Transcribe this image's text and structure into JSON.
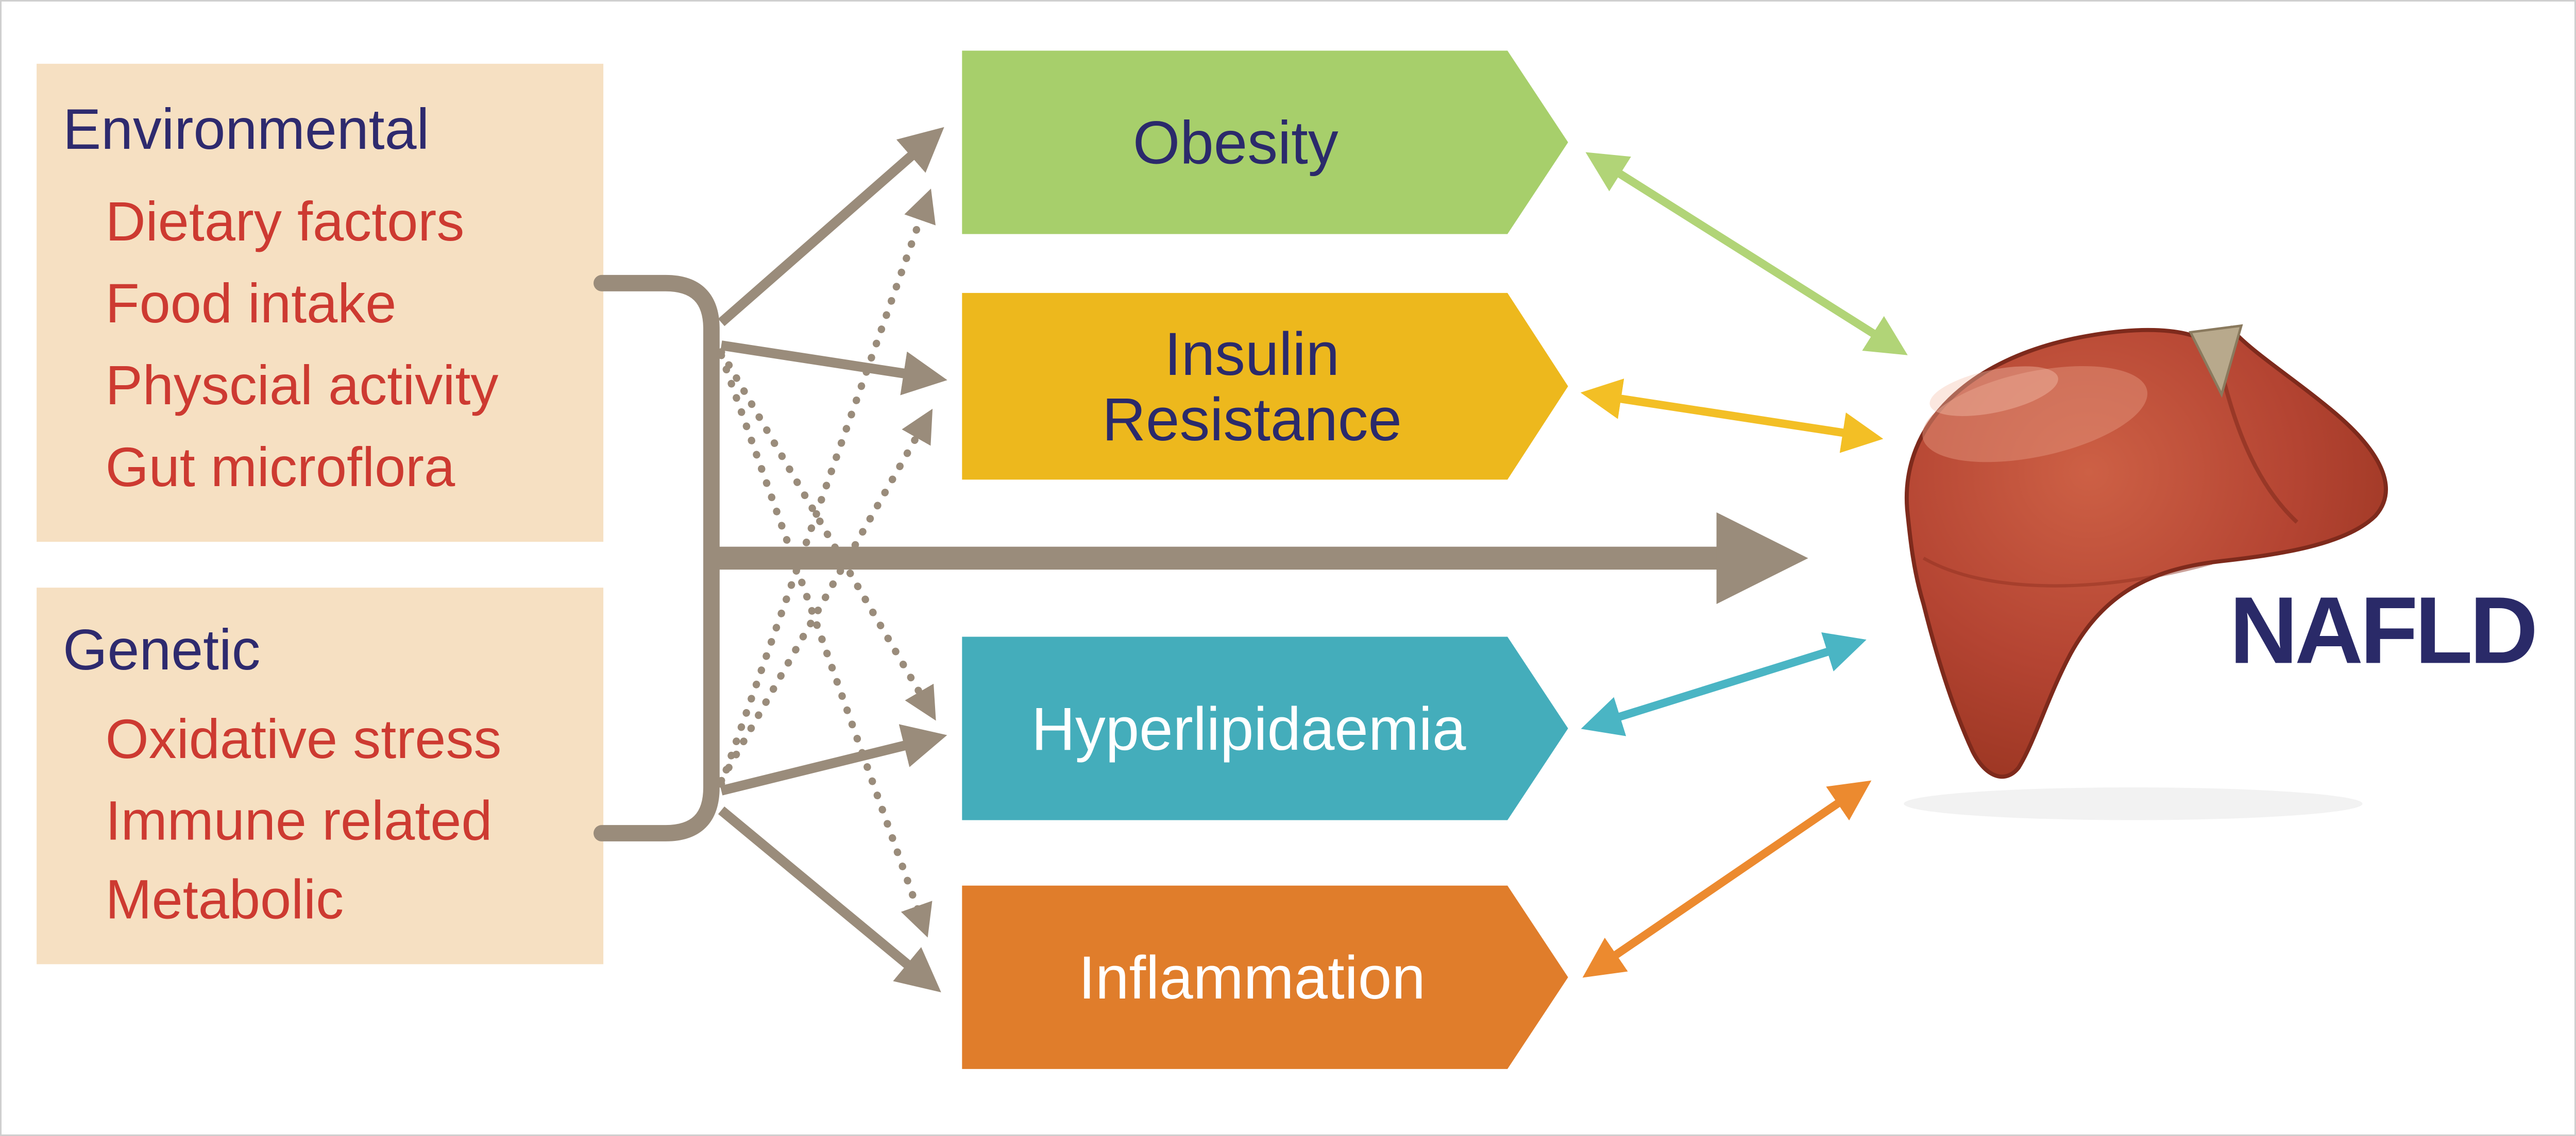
{
  "colors": {
    "background": "#ffffff",
    "border": "#cfcfcf",
    "box_fill": "#f6e0c2",
    "heading_navy": "#2e2a6e",
    "item_red": "#cd3a31",
    "arrow_tan": "#9a8c7b",
    "banner_green": "#a7cf6b",
    "banner_yellow": "#edb81d",
    "banner_teal": "#44adbb",
    "banner_orange": "#e07d2b",
    "banner_text_navy": "#2b2a6b",
    "banner_text_white": "#ffffff",
    "double_arrow_green": "#b1d477",
    "double_arrow_yellow": "#f3bf25",
    "double_arrow_teal": "#4ab5c4",
    "double_arrow_orange": "#ec8a2f",
    "nafld_navy": "#2a2a68",
    "liver_main": "#b44432",
    "liver_dark": "#8c2f20",
    "liver_light": "#d4735a"
  },
  "boxes": {
    "environmental": {
      "title": "Environmental",
      "items": [
        "Dietary factors",
        "Food intake",
        "Physcial activity",
        "Gut microflora"
      ]
    },
    "genetic": {
      "title": "Genetic",
      "items": [
        "Oxidative stress",
        "Immune related",
        "Metabolic"
      ]
    }
  },
  "banners": [
    {
      "label": "Obesity",
      "lines": [
        "Obesity"
      ]
    },
    {
      "label": "Insulin Resistance",
      "lines": [
        "Insulin",
        "Resistance"
      ]
    },
    {
      "label": "Hyperlipidaemia",
      "lines": [
        "Hyperlipidaemia"
      ]
    },
    {
      "label": "Inflammation",
      "lines": [
        "Inflammation"
      ]
    }
  ],
  "target": {
    "label": "NAFLD"
  }
}
